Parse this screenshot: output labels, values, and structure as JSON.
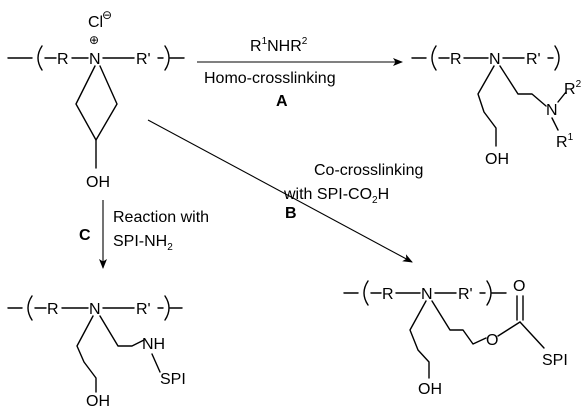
{
  "reactant": {
    "counterion": "Cl",
    "counterion_charge": "⊖",
    "n_charge": "⊕",
    "backbone_r": "R",
    "backbone_n": "N",
    "backbone_rp": "R'",
    "oh": "OH"
  },
  "arrow_a": {
    "reagent_r1": "R",
    "reagent_r1_sup": "1",
    "reagent_nh": "NHR",
    "reagent_r2_sup": "2",
    "process": "Homo-crosslinking",
    "letter": "A"
  },
  "arrow_b": {
    "line1": "Co-crosslinking",
    "line2_main": "with SPI-CO",
    "line2_sub": "2",
    "line2_end": "H",
    "letter": "B"
  },
  "arrow_c": {
    "letter": "C",
    "line1": "Reaction with",
    "line2_main": "SPI-NH",
    "line2_sub": "2"
  },
  "product_a": {
    "r": "R",
    "n": "N",
    "rp": "R'",
    "amine_n": "N",
    "r1": "R",
    "r1_sup": "1",
    "r2": "R",
    "r2_sup": "2",
    "oh": "OH"
  },
  "product_b": {
    "r": "R",
    "n": "N",
    "rp": "R'",
    "o_ester": "O",
    "o_carbonyl": "O",
    "spi": "SPI",
    "oh": "OH"
  },
  "product_c": {
    "r": "R",
    "n": "N",
    "rp": "R'",
    "nh": "NH",
    "spi": "SPI",
    "oh": "OH"
  }
}
